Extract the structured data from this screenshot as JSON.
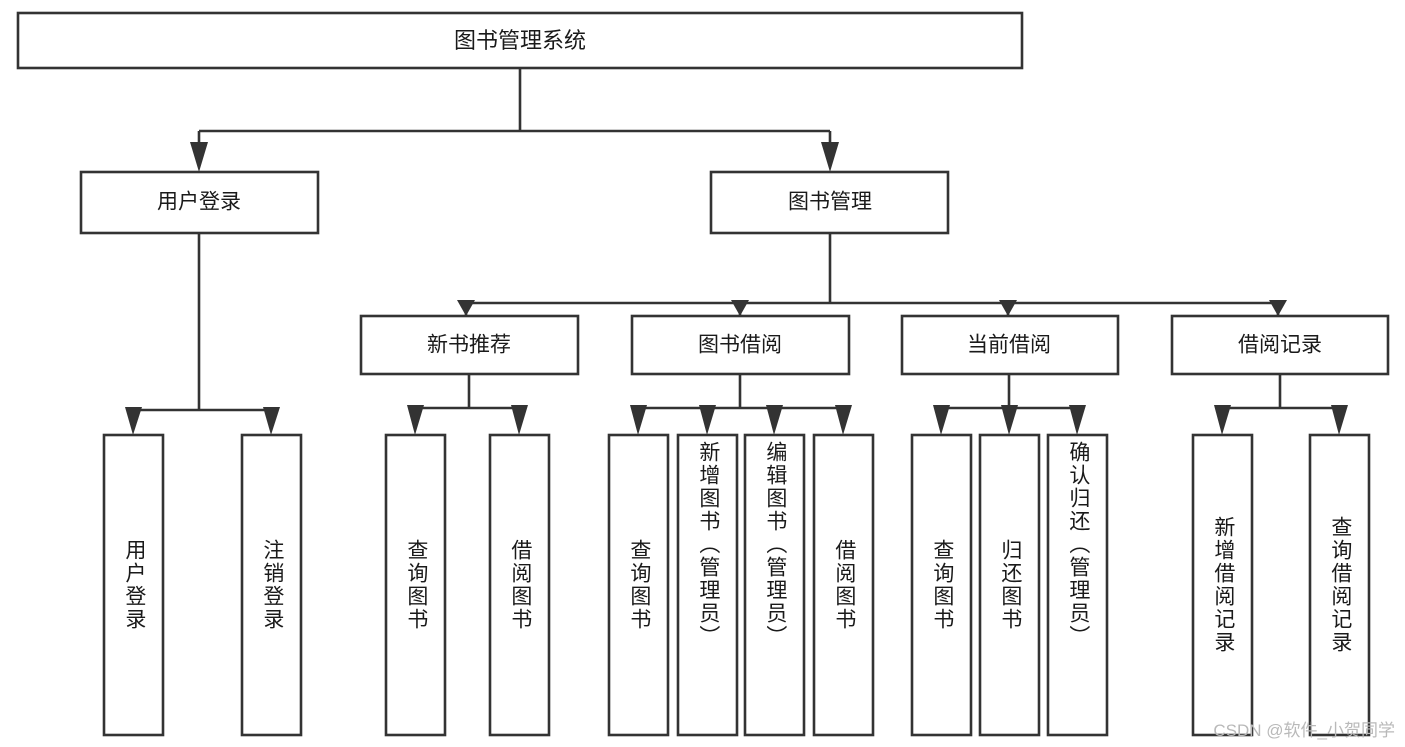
{
  "diagram": {
    "title": "图书管理系统",
    "type": "tree-hierarchy",
    "root": {
      "label": "图书管理系统"
    },
    "level2": [
      {
        "id": "user-login",
        "label": "用户登录"
      },
      {
        "id": "book-management",
        "label": "图书管理"
      }
    ],
    "level3": [
      {
        "id": "new-book-recommend",
        "label": "新书推荐",
        "parent": "book-management"
      },
      {
        "id": "book-borrow",
        "label": "图书借阅",
        "parent": "book-management"
      },
      {
        "id": "current-borrow",
        "label": "当前借阅",
        "parent": "book-management"
      },
      {
        "id": "borrow-record",
        "label": "借阅记录",
        "parent": "book-management"
      }
    ],
    "leaves": [
      {
        "id": "leaf-user-login",
        "label": "用户登录",
        "parent": "user-login"
      },
      {
        "id": "leaf-logout-login",
        "label": "注销登录",
        "parent": "user-login"
      },
      {
        "id": "leaf-query-book-1",
        "label": "查询图书",
        "parent": "new-book-recommend"
      },
      {
        "id": "leaf-borrow-book-1",
        "label": "借阅图书",
        "parent": "new-book-recommend"
      },
      {
        "id": "leaf-query-book-2",
        "label": "查询图书",
        "parent": "book-borrow"
      },
      {
        "id": "leaf-add-book",
        "label": "新增图书（管理员）",
        "parent": "book-borrow"
      },
      {
        "id": "leaf-edit-book",
        "label": "编辑图书（管理员）",
        "parent": "book-borrow"
      },
      {
        "id": "leaf-borrow-book-2",
        "label": "借阅图书",
        "parent": "book-borrow"
      },
      {
        "id": "leaf-query-book-3",
        "label": "查询图书",
        "parent": "current-borrow"
      },
      {
        "id": "leaf-return-book",
        "label": "归还图书",
        "parent": "current-borrow"
      },
      {
        "id": "leaf-confirm-return",
        "label": "确认归还（管理员）",
        "parent": "current-borrow"
      },
      {
        "id": "leaf-add-record",
        "label": "新增借阅记录",
        "parent": "borrow-record"
      },
      {
        "id": "leaf-query-record",
        "label": "查询借阅记录",
        "parent": "borrow-record"
      }
    ],
    "watermark": "CSDN @软件_小贺同学",
    "colors": {
      "stroke": "#333333",
      "box_fill": "#ffffff",
      "text": "#1a1a1a",
      "background": "#ffffff",
      "watermark": "#b9b9b9"
    }
  }
}
